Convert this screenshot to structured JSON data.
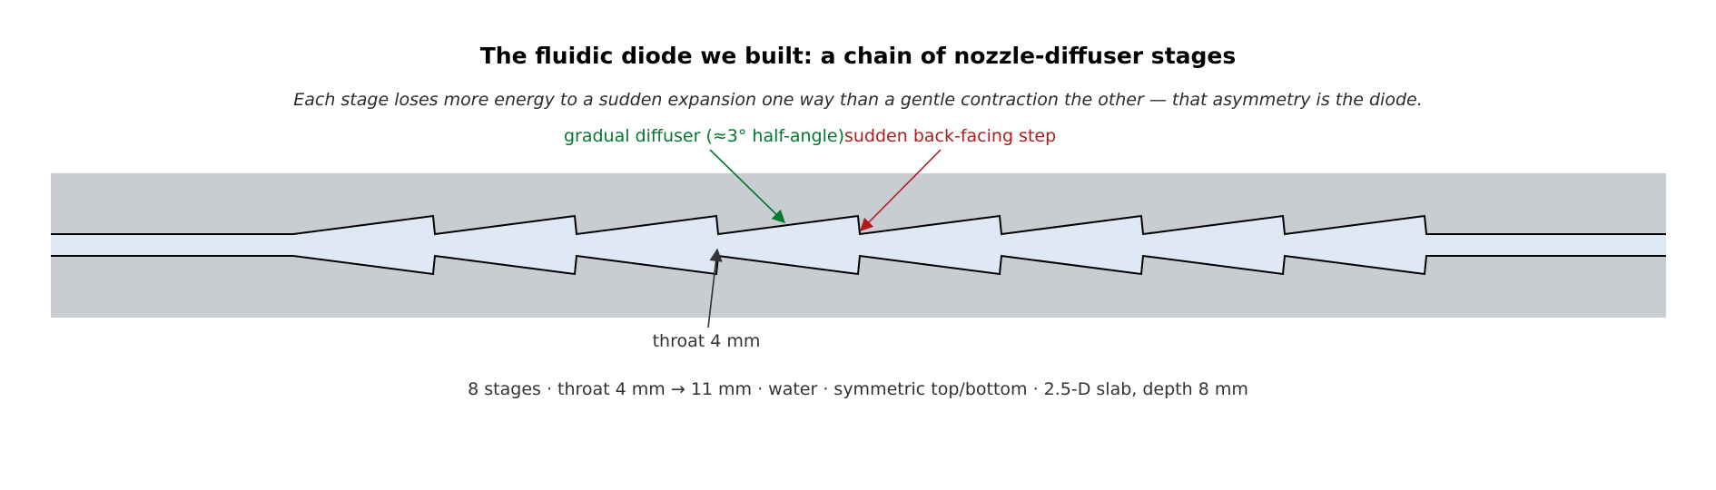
{
  "title": "The fluidic diode we built: a chain of nozzle-diffuser stages",
  "subtitle": "Each stage loses more energy to a sudden expansion one way than a gentle contraction the other — that asymmetry is the diode.",
  "annotations": {
    "diffuser": "gradual diffuser (≈3° half-angle)",
    "step": "sudden back-facing step",
    "throat": "throat 4 mm"
  },
  "footer": "8 stages · throat 4 mm → 11 mm · water · symmetric top/bottom · 2.5-D slab, depth 8 mm",
  "diode": {
    "stages": 8,
    "throat_mm": 4,
    "exit_mm": 11
  },
  "colors": {
    "slab": "#c9ccd1",
    "channel": "#dfe8f5",
    "outline": "#000000",
    "diffuser": "#007a2e",
    "step": "#b01c1c",
    "throat": "#333333"
  }
}
